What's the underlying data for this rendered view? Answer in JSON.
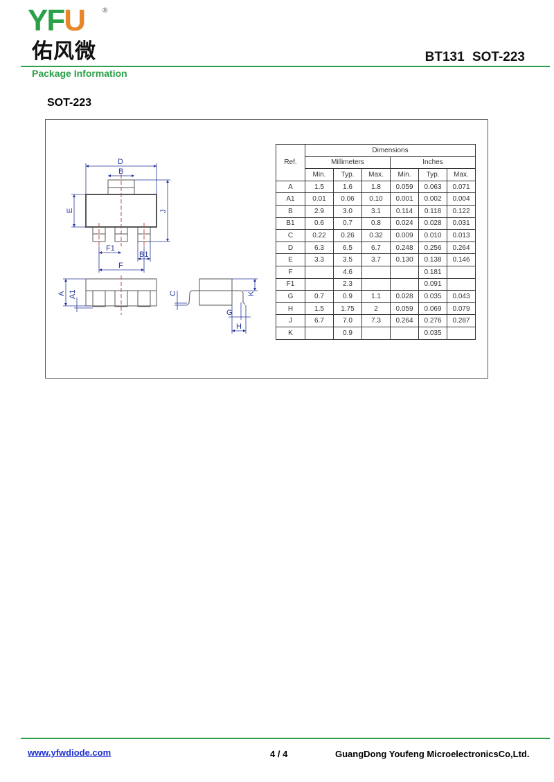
{
  "header": {
    "logo_letters": "YF",
    "logo_mark": "U",
    "logo_cn": "佑风微",
    "registered": "®",
    "title": "BT131  SOT-223",
    "section_label": "Package Information"
  },
  "package_title": "SOT-223",
  "diagram_labels": {
    "D": "D",
    "B": "B",
    "E": "E",
    "J": "J",
    "F1": "F1",
    "B1": "B1",
    "F": "F",
    "A": "A",
    "A1": "A1",
    "C": "C",
    "K": "K",
    "G": "G",
    "H": "H"
  },
  "table": {
    "ref_header": "Ref.",
    "dimensions_header": "Dimensions",
    "mm_header": "Millimeters",
    "in_header": "Inches",
    "sub_headers": [
      "Min.",
      "Typ.",
      "Max.",
      "Min.",
      "Typ.",
      "Max."
    ],
    "rows": [
      [
        "A",
        "1.5",
        "1.6",
        "1.8",
        "0.059",
        "0.063",
        "0.071"
      ],
      [
        "A1",
        "0.01",
        "0.06",
        "0.10",
        "0.001",
        "0.002",
        "0.004"
      ],
      [
        "B",
        "2.9",
        "3.0",
        "3.1",
        "0.114",
        "0.118",
        "0.122"
      ],
      [
        "B1",
        "0.6",
        "0.7",
        "0.8",
        "0.024",
        "0.028",
        "0.031"
      ],
      [
        "C",
        "0.22",
        "0.26",
        "0.32",
        "0.009",
        "0.010",
        "0.013"
      ],
      [
        "D",
        "6.3",
        "6.5",
        "6.7",
        "0.248",
        "0.256",
        "0.264"
      ],
      [
        "E",
        "3.3",
        "3.5",
        "3.7",
        "0.130",
        "0.138",
        "0.146"
      ],
      [
        "F",
        "",
        "4.6",
        "",
        "",
        "0.181",
        ""
      ],
      [
        "F1",
        "",
        "2.3",
        "",
        "",
        "0.091",
        ""
      ],
      [
        "G",
        "0.7",
        "0.9",
        "1.1",
        "0.028",
        "0.035",
        "0.043"
      ],
      [
        "H",
        "1.5",
        "1.75",
        "2",
        "0.059",
        "0.069",
        "0.079"
      ],
      [
        "J",
        "6.7",
        "7.0",
        "7.3",
        "0.264",
        "0.276",
        "0.287"
      ],
      [
        "K",
        "",
        "0.9",
        "",
        "",
        "0.035",
        ""
      ]
    ]
  },
  "footer": {
    "website": "www.yfwdiode.com",
    "page": "4 / 4",
    "company": "GuangDong Youfeng MicroelectronicsCo,Ltd."
  },
  "colors": {
    "green": "#2aa148",
    "orange": "#e8872a",
    "dim_blue": "#223399",
    "center_red": "#d04040"
  }
}
